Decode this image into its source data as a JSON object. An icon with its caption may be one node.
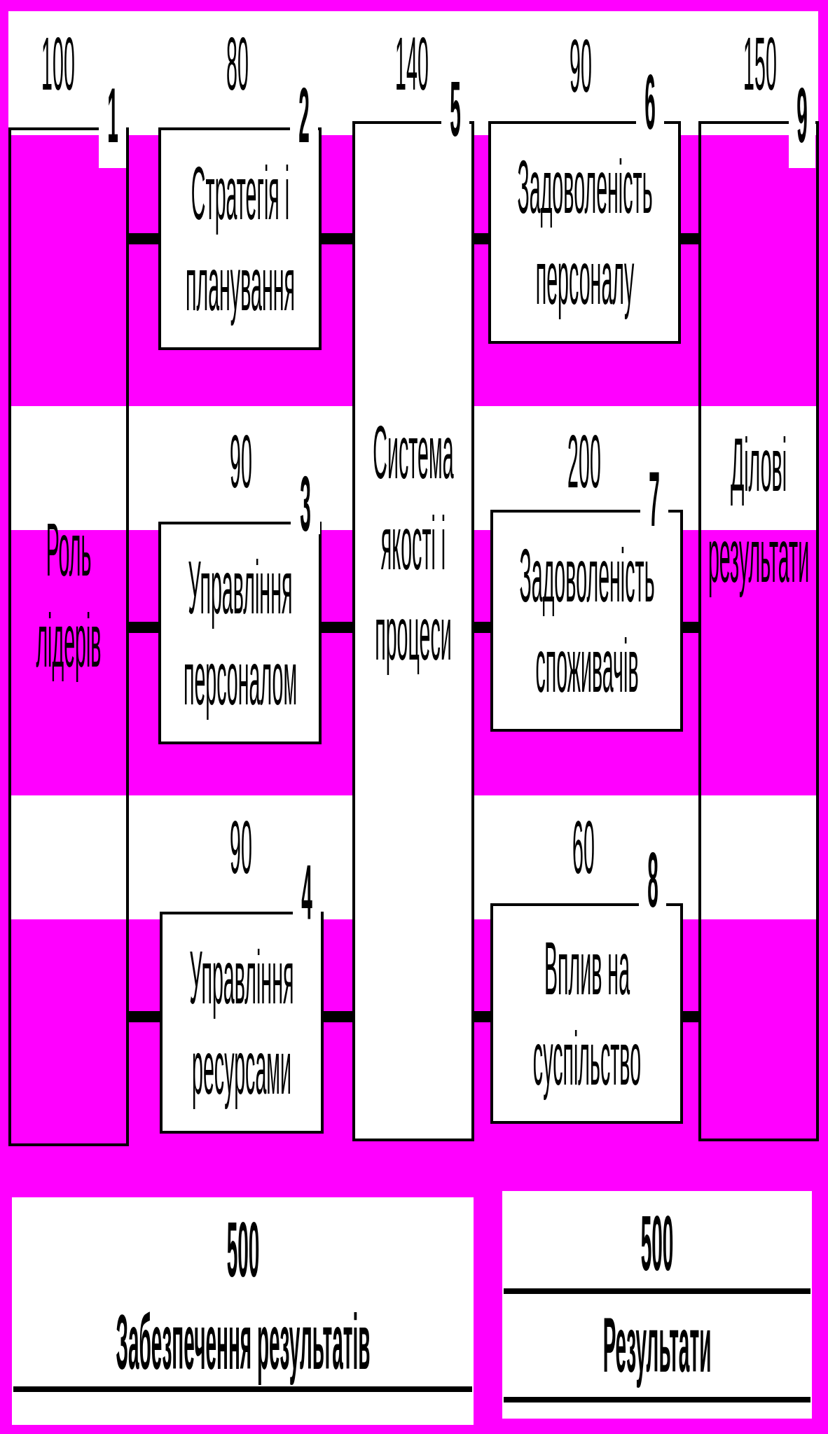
{
  "diagram": {
    "nodes": [
      {
        "text": [
          "Роль лідерів"
        ],
        "beside": [
          "100",
          "1"
        ]
      },
      {
        "text": [
          "Стратегія і планування"
        ],
        "beside": [
          "80",
          "2"
        ]
      },
      {
        "text": [
          "Управління персоналом"
        ],
        "beside": [
          "90",
          "3"
        ]
      },
      {
        "text": [
          "Управління ресурсами"
        ],
        "beside": [
          "90",
          "4"
        ]
      },
      {
        "text": [
          "Система якості і процеси"
        ],
        "beside": [
          "140",
          "5"
        ]
      },
      {
        "text": [
          "Задоволеність персоналу"
        ],
        "beside": [
          "90",
          "6"
        ]
      },
      {
        "text": [
          "Задоволеність споживачів"
        ],
        "beside": [
          "200",
          "7"
        ]
      },
      {
        "text": [
          "Вплив на суспільство"
        ],
        "beside": [
          "60",
          "8"
        ]
      },
      {
        "text": [
          "Ділові результати"
        ],
        "beside": [
          "150",
          "9"
        ]
      },
      {
        "text": [
          "500",
          "Забезпечення результатів"
        ]
      },
      {
        "text": [
          "500",
          "Результати"
        ]
      }
    ],
    "edges": [
      {
        "from": 0,
        "to": 1,
        "arrow": "none"
      },
      {
        "from": 0,
        "to": 2,
        "arrow": "none"
      },
      {
        "from": 0,
        "to": 3,
        "arrow": "none"
      },
      {
        "from": 1,
        "to": 4,
        "arrow": "none"
      },
      {
        "from": 2,
        "to": 4,
        "arrow": "none"
      },
      {
        "from": 3,
        "to": 4,
        "arrow": "none"
      },
      {
        "from": 4,
        "to": 5,
        "arrow": "none"
      },
      {
        "from": 4,
        "to": 6,
        "arrow": "none"
      },
      {
        "from": 4,
        "to": 7,
        "arrow": "none"
      },
      {
        "from": 5,
        "to": 8,
        "arrow": "none"
      },
      {
        "from": 6,
        "to": 8,
        "arrow": "none"
      },
      {
        "from": 7,
        "to": 8,
        "arrow": "none"
      }
    ]
  }
}
